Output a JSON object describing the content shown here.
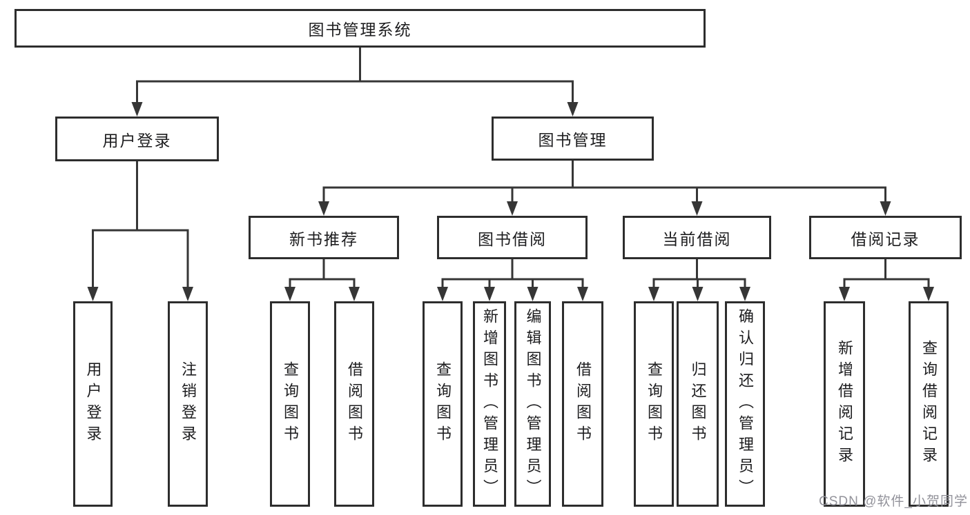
{
  "diagram": {
    "root": "图书管理系统",
    "level2": [
      "用户登录",
      "图书管理"
    ],
    "level3": [
      "新书推荐",
      "图书借阅",
      "当前借阅",
      "借阅记录"
    ],
    "leaves": {
      "user_login": [
        "用户登录",
        "注销登录"
      ],
      "new_book": [
        "查询图书",
        "借阅图书"
      ],
      "book_borrow": [
        "查询图书",
        "新增图书（管理员）",
        "编辑图书（管理员）",
        "借阅图书"
      ],
      "current_borrow": [
        "查询图书",
        "归还图书",
        "确认归还（管理员）"
      ],
      "borrow_record": [
        "新增借阅记录",
        "查询借阅记录"
      ]
    },
    "line_color": "#363636"
  },
  "watermark": {
    "text": "CSDN @软件_小贺同学",
    "color": "#92929a"
  }
}
